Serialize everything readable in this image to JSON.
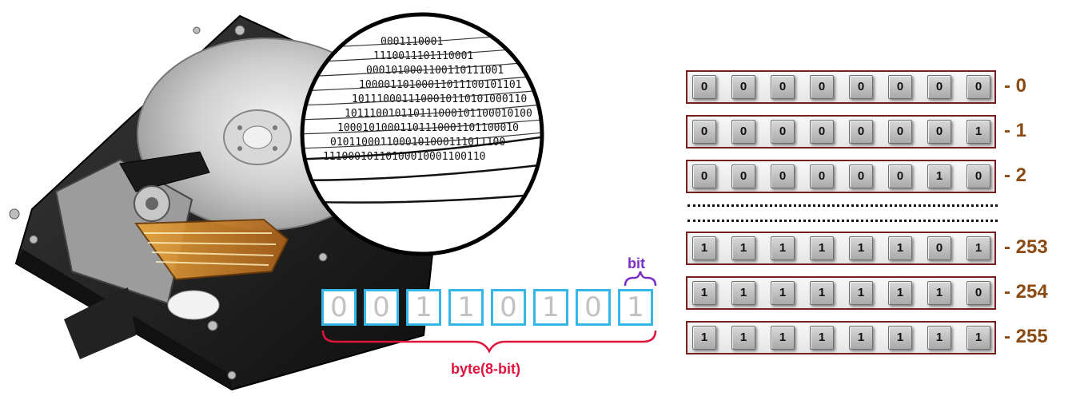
{
  "hard_drive": {
    "magnified_binary_lines": [
      "0001110001",
      "1110011101110001",
      "0001010001100110111001",
      "10000110100011011100101101",
      "1011100011100010110101000110",
      "101110010110111000101100010100",
      "10001010001101110001101100010",
      "0101100011000101000111011100",
      "11100010110100010001100110"
    ]
  },
  "byte_example": {
    "bits": [
      "0",
      "0",
      "1",
      "1",
      "0",
      "1",
      "0",
      "1"
    ],
    "bit_label": "bit",
    "byte_label": "byte(8-bit)"
  },
  "byte_table": {
    "rows_top": [
      {
        "bits": [
          "0",
          "0",
          "0",
          "0",
          "0",
          "0",
          "0",
          "0"
        ],
        "label": "- 0"
      },
      {
        "bits": [
          "0",
          "0",
          "0",
          "0",
          "0",
          "0",
          "0",
          "1"
        ],
        "label": "- 1"
      },
      {
        "bits": [
          "0",
          "0",
          "0",
          "0",
          "0",
          "0",
          "1",
          "0"
        ],
        "label": "- 2"
      }
    ],
    "rows_bottom": [
      {
        "bits": [
          "1",
          "1",
          "1",
          "1",
          "1",
          "1",
          "0",
          "1"
        ],
        "label": "- 253"
      },
      {
        "bits": [
          "1",
          "1",
          "1",
          "1",
          "1",
          "1",
          "1",
          "0"
        ],
        "label": "- 254"
      },
      {
        "bits": [
          "1",
          "1",
          "1",
          "1",
          "1",
          "1",
          "1",
          "1"
        ],
        "label": "- 255"
      }
    ]
  },
  "colors": {
    "byte_box_border": "#35b6e8",
    "byte_brace": "#e0143c",
    "bit_brace": "#7a2fc8",
    "row_border": "#7a1f1f",
    "row_label": "#8a4a12"
  }
}
